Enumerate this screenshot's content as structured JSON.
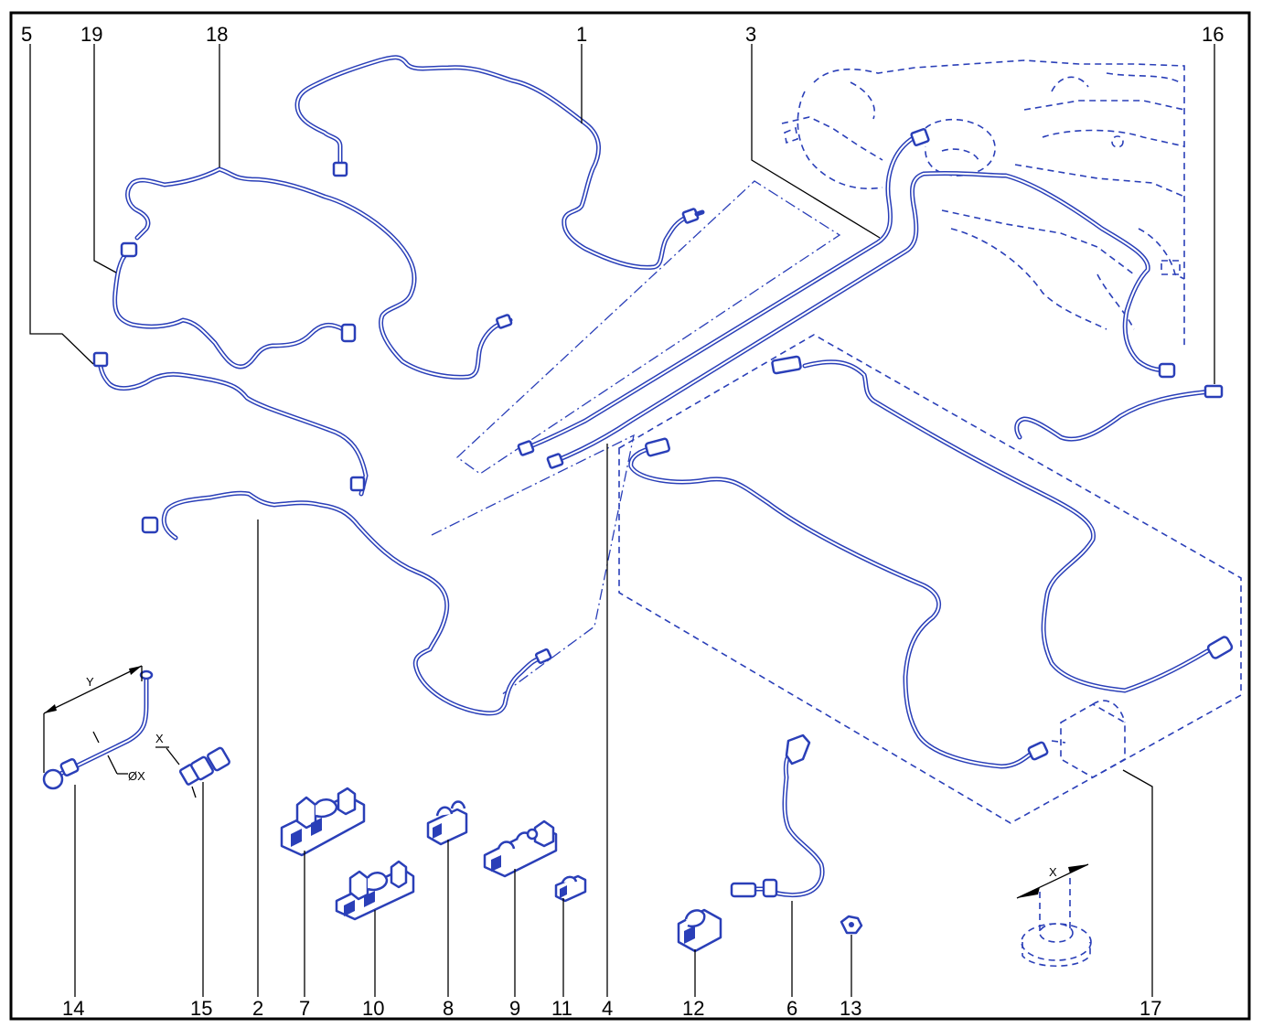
{
  "callouts": [
    {
      "id": "5",
      "label": "5"
    },
    {
      "id": "19",
      "label": "19"
    },
    {
      "id": "18",
      "label": "18"
    },
    {
      "id": "1",
      "label": "1"
    },
    {
      "id": "3",
      "label": "3"
    },
    {
      "id": "16",
      "label": "16"
    },
    {
      "id": "14",
      "label": "14"
    },
    {
      "id": "15",
      "label": "15"
    },
    {
      "id": "2",
      "label": "2"
    },
    {
      "id": "7",
      "label": "7"
    },
    {
      "id": "10",
      "label": "10"
    },
    {
      "id": "8",
      "label": "8"
    },
    {
      "id": "9",
      "label": "9"
    },
    {
      "id": "11",
      "label": "11"
    },
    {
      "id": "4",
      "label": "4"
    },
    {
      "id": "12",
      "label": "12"
    },
    {
      "id": "6",
      "label": "6"
    },
    {
      "id": "13",
      "label": "13"
    },
    {
      "id": "17",
      "label": "17"
    }
  ],
  "dimensions": {
    "y_label": "Y",
    "x_label": "X",
    "diameter_label": "ØX",
    "grommet_x_label": "X"
  },
  "colors": {
    "line": "#2a3fb8",
    "frame": "#000000"
  }
}
